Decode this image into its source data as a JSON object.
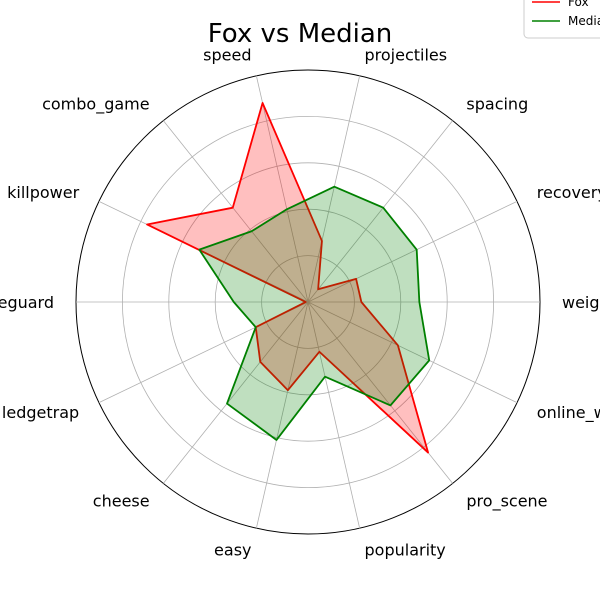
{
  "chart_data": {
    "type": "radar",
    "title": "Fox vs Median",
    "categories": [
      "weight",
      "recovery",
      "spacing",
      "projectiles",
      "speed",
      "combo_game",
      "killpower",
      "edgeguard",
      "ledgetrap",
      "cheese",
      "easy",
      "popularity",
      "pro_scene",
      "online_winrate"
    ],
    "rlim": [
      0,
      1
    ],
    "rgrid": [
      0.2,
      0.4,
      0.6,
      0.8,
      1.0
    ],
    "grid": true,
    "legend_placement": "top-right",
    "series": [
      {
        "name": "Fox",
        "color": "#ff0000",
        "fill": "#ff0000",
        "values": [
          0.23,
          0.23,
          0.07,
          0.27,
          0.88,
          0.52,
          0.77,
          0.01,
          0.25,
          0.33,
          0.39,
          0.22,
          0.83,
          0.43
        ]
      },
      {
        "name": "Median",
        "color": "#008000",
        "fill": "#008000",
        "values": [
          0.48,
          0.52,
          0.52,
          0.51,
          0.41,
          0.39,
          0.52,
          0.32,
          0.25,
          0.56,
          0.61,
          0.33,
          0.57,
          0.58
        ]
      }
    ]
  }
}
